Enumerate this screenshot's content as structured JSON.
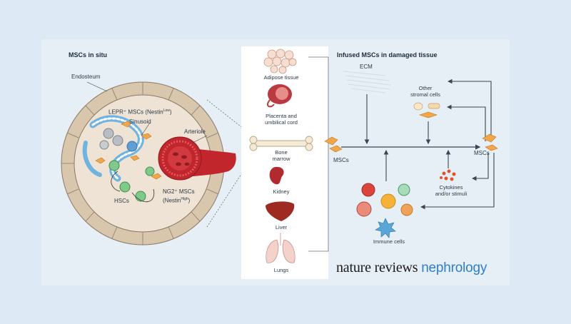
{
  "left_panel": {
    "title": "MSCs in situ",
    "labels": {
      "endosteum": "Endosteum",
      "lepr": "LEPR⁺ MSCs (Nestin",
      "lepr_sup": "Low",
      "lepr_end": ")",
      "sinusoid": "Sinusoid",
      "arteriole": "Arteriole",
      "hscs": "HSCs",
      "ng2_line1": "NG2⁺ MSCs",
      "ng2_line2": "(Nestin",
      "ng2_sup": "High",
      "ng2_end": ")"
    }
  },
  "organs": {
    "adipose": "Adipose tissue",
    "placenta_1": "Placenta and",
    "placenta_2": "umbilical cord",
    "bone_1": "Bone",
    "bone_2": "marrow",
    "kidney": "Kidney",
    "liver": "Liver",
    "lungs": "Lungs"
  },
  "right_panel": {
    "title": "Infused MSCs in damaged tissue",
    "ecm": "ECM",
    "stromal_1": "Other",
    "stromal_2": "stromal cells",
    "mscs_left": "MSCs",
    "mscs_right": "MSCs",
    "cytokines_1": "Cytokines",
    "cytokines_2": "and/or stimuli",
    "immune": "Immune cells"
  },
  "brand": {
    "part1": "nature reviews",
    "part2": "nephrology"
  },
  "colors": {
    "background": "#dde9f4",
    "niche": "#e9dccb",
    "arteriole": "#c0262c",
    "msc_orange": "#f2a64a",
    "brand_blue": "#2e7fc7"
  }
}
